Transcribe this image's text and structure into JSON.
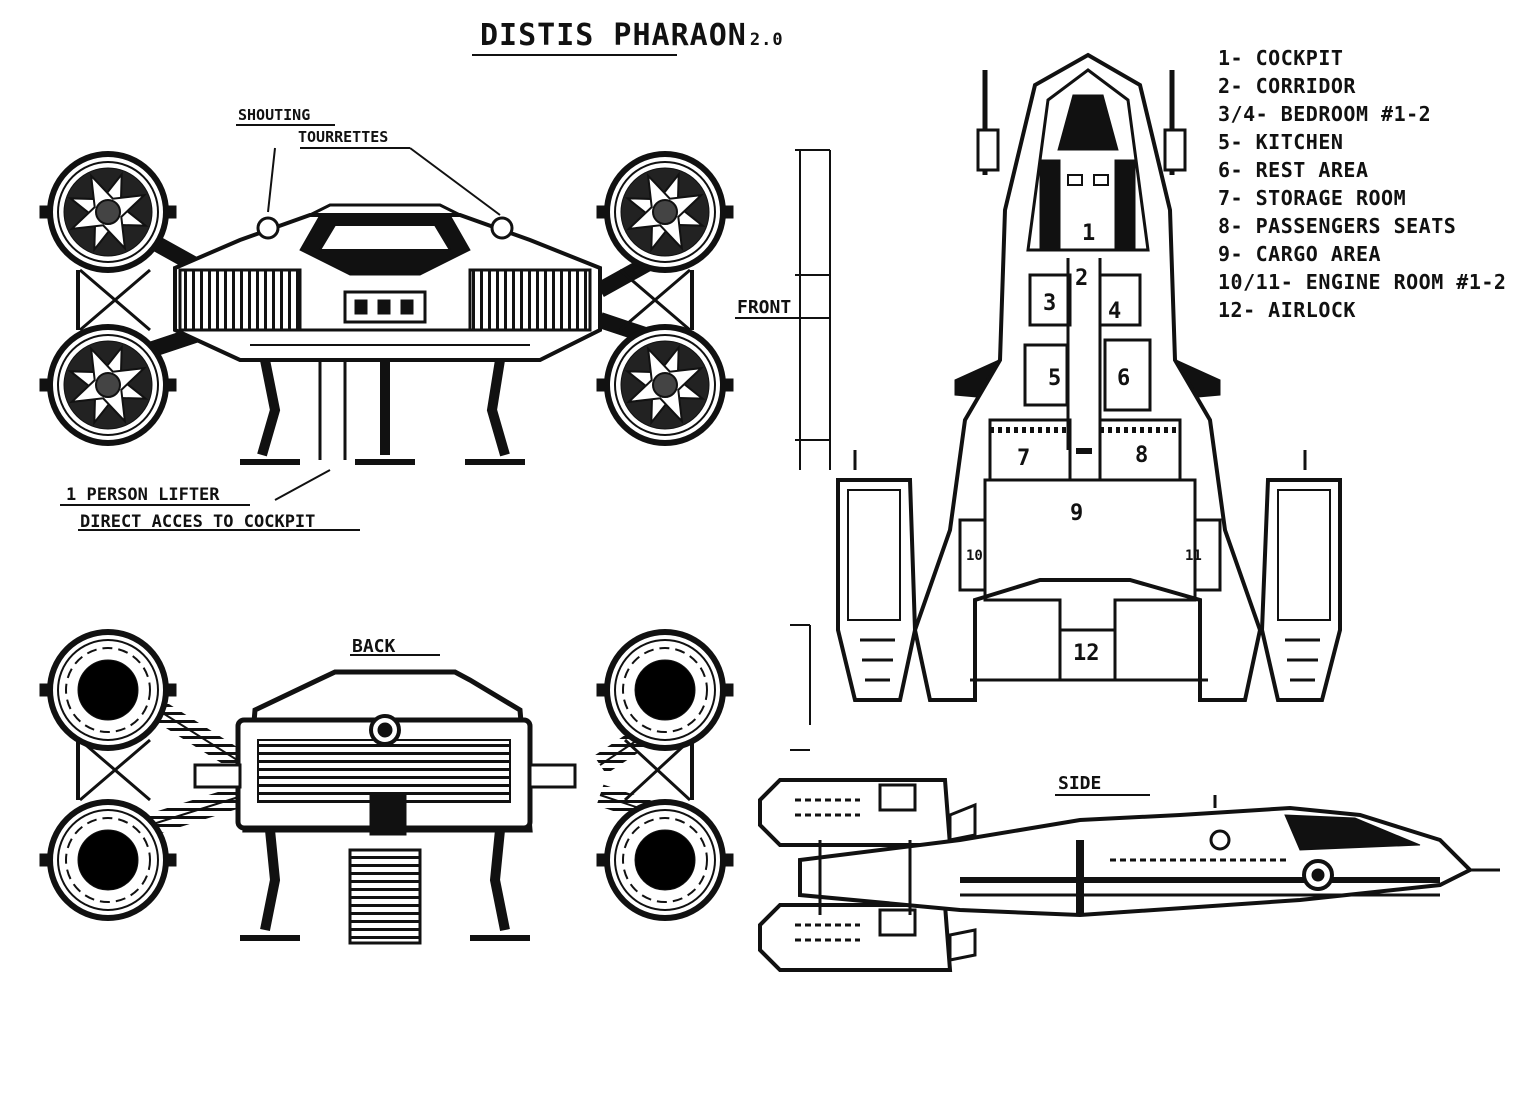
{
  "title": {
    "main": "DISTIS PHARAON",
    "version": "2.0"
  },
  "views": {
    "front": "FRONT",
    "back": "BACK",
    "side": "SIDE"
  },
  "annotations": {
    "turret_line1": "SHOUTING",
    "turret_line2": "TOURRETTES",
    "lifter_line1": "1 PERSON LIFTER",
    "lifter_line2": "DIRECT ACCES TO COCKPIT"
  },
  "legend": [
    "1- COCKPIT",
    "2- CORRIDOR",
    "3/4- BEDROOM #1-2",
    "5- KITCHEN",
    "6- REST AREA",
    "7- STORAGE ROOM",
    "8- PASSENGERS SEATS",
    "9- CARGO AREA",
    "10/11- ENGINE ROOM #1-2",
    "12- AIRLOCK"
  ],
  "room_numbers": {
    "r1": "1",
    "r2": "2",
    "r3": "3",
    "r4": "4",
    "r5": "5",
    "r6": "6",
    "r7": "7",
    "r8": "8",
    "r9": "9",
    "r10": "10",
    "r11": "11",
    "r12": "12"
  }
}
